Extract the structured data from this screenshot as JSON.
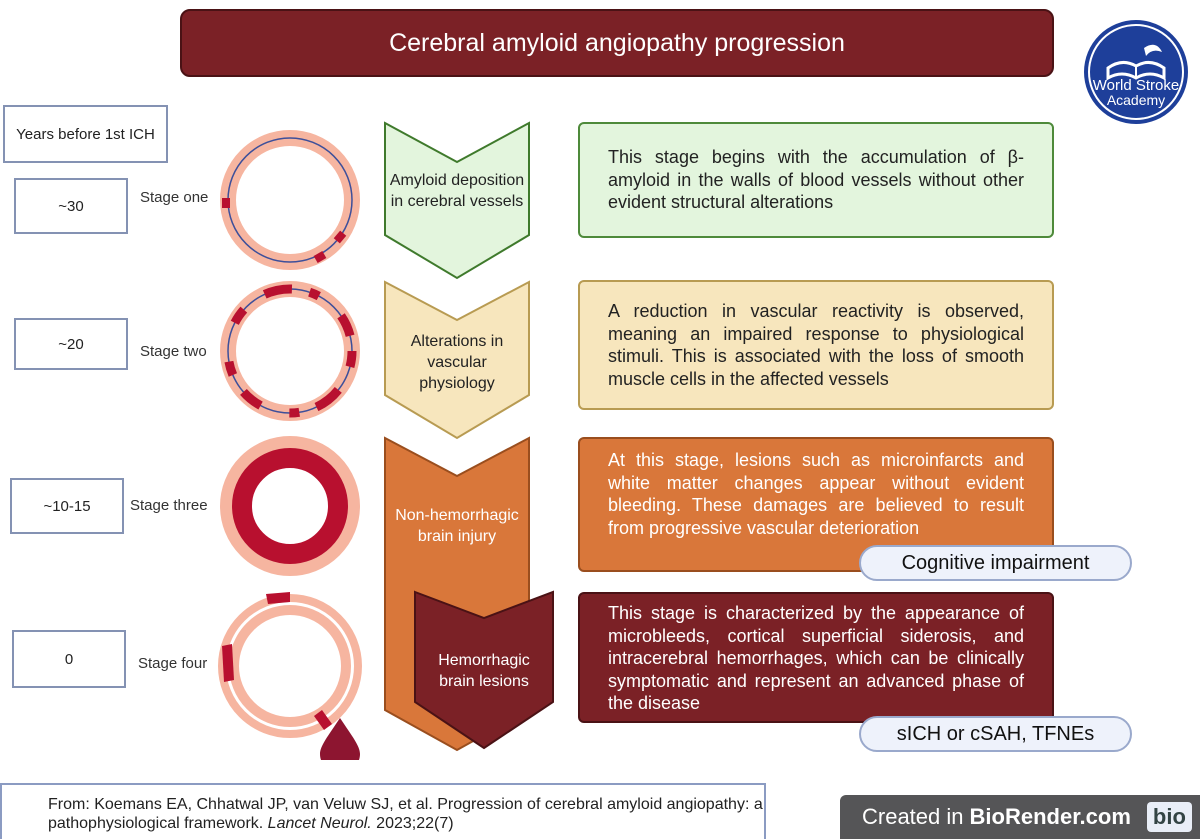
{
  "title": "Cerebral amyloid angiopathy progression",
  "logo": {
    "line1": "World Stroke",
    "line2": "Academy"
  },
  "years_header": "Years before 1st ICH",
  "stages": [
    {
      "years": "~30",
      "label": "Stage one",
      "arrow_text": "Amyloid deposition in cerebral vessels",
      "description": "This stage begins with the accumulation of β-amyloid in the walls of blood vessels without other evident structural alterations"
    },
    {
      "years": "~20",
      "label": "Stage two",
      "arrow_text": "Alterations in vascular physiology",
      "description": "A reduction in vascular reactivity is observed, meaning an impaired response to physiological stimuli. This is associated with the loss of smooth muscle cells in the affected vessels"
    },
    {
      "years": "~10-15",
      "label": "Stage three",
      "arrow_text": "Non-hemorrhagic brain injury",
      "description": "At this stage, lesions such as microinfarcts and white matter changes appear without evident bleeding. These damages are believed to result from progressive vascular deterioration"
    },
    {
      "years": "0",
      "label": "Stage four",
      "arrow_text": "Hemorrhagic brain lesions",
      "description": "This stage is characterized by the appearance of microbleeds, cortical superficial siderosis, and intracerebral hemorrhages, which can be clinically symptomatic and represent an advanced phase of the disease"
    }
  ],
  "outcomes": {
    "stage_three": "Cognitive impairment",
    "stage_four": "sICH or cSAH, TFNEs"
  },
  "citation": {
    "prefix": "From: Koemans EA, Chhatwal JP, van Veluw SJ, et al. Progression of cerebral amyloid angiopathy: a pathophysiological framework. ",
    "journal": "Lancet Neurol.",
    "suffix": " 2023;22(7)"
  },
  "biorender": {
    "prefix": "Created in ",
    "brand": "BioRender.com",
    "logo": "bio"
  },
  "colors": {
    "banner": "#7b2126",
    "stage1": "#e3f5dd",
    "stage2": "#f7e6bd",
    "stage3": "#d9773a",
    "stage4": "#7b2126",
    "vessel_pink": "#f6b5a0",
    "amyloid": "#b8102f"
  }
}
